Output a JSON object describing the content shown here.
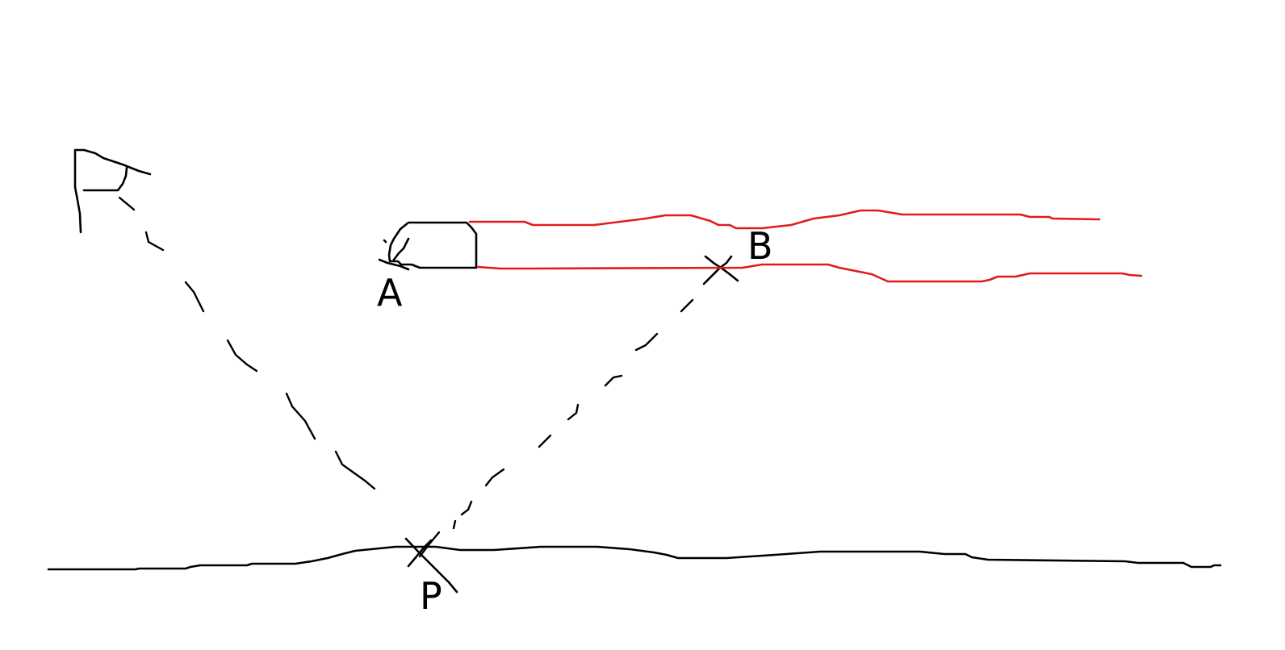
{
  "diagram": {
    "labels": {
      "a": "A",
      "b": "B",
      "p": "P"
    },
    "colors": {
      "ink": "#000000",
      "tube": "#e11b1b",
      "background": "#ffffff"
    }
  }
}
